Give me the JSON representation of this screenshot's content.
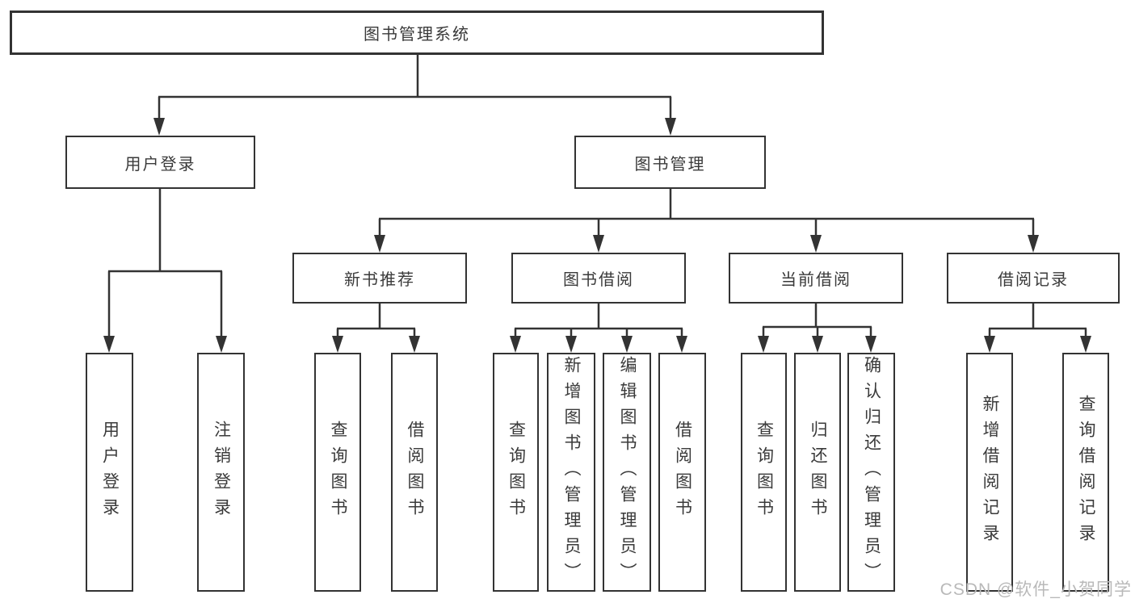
{
  "watermark": {
    "text": "CSDN @软件_小贺同学"
  },
  "colors": {
    "line": "#333333",
    "box_border": "#333333",
    "text": "#3a3a3a",
    "watermark": "#b9b9b9",
    "background": "#ffffff"
  },
  "diagram": {
    "type": "hierarchy-tree",
    "root": "图书管理系统",
    "level2": [
      {
        "label": "用户登录",
        "leaves": [
          "用户登录",
          "注销登录"
        ]
      },
      {
        "label": "图书管理",
        "children": [
          {
            "label": "新书推荐",
            "leaves": [
              "查询图书",
              "借阅图书"
            ]
          },
          {
            "label": "图书借阅",
            "leaves": [
              "查询图书",
              "新增图书（管理员）",
              "编辑图书（管理员）",
              "借阅图书"
            ]
          },
          {
            "label": "当前借阅",
            "leaves": [
              "查询图书",
              "归还图书",
              "确认归还（管理员）"
            ]
          },
          {
            "label": "借阅记录",
            "leaves": [
              "新增借阅记录",
              "查询借阅记录"
            ]
          }
        ]
      }
    ]
  }
}
